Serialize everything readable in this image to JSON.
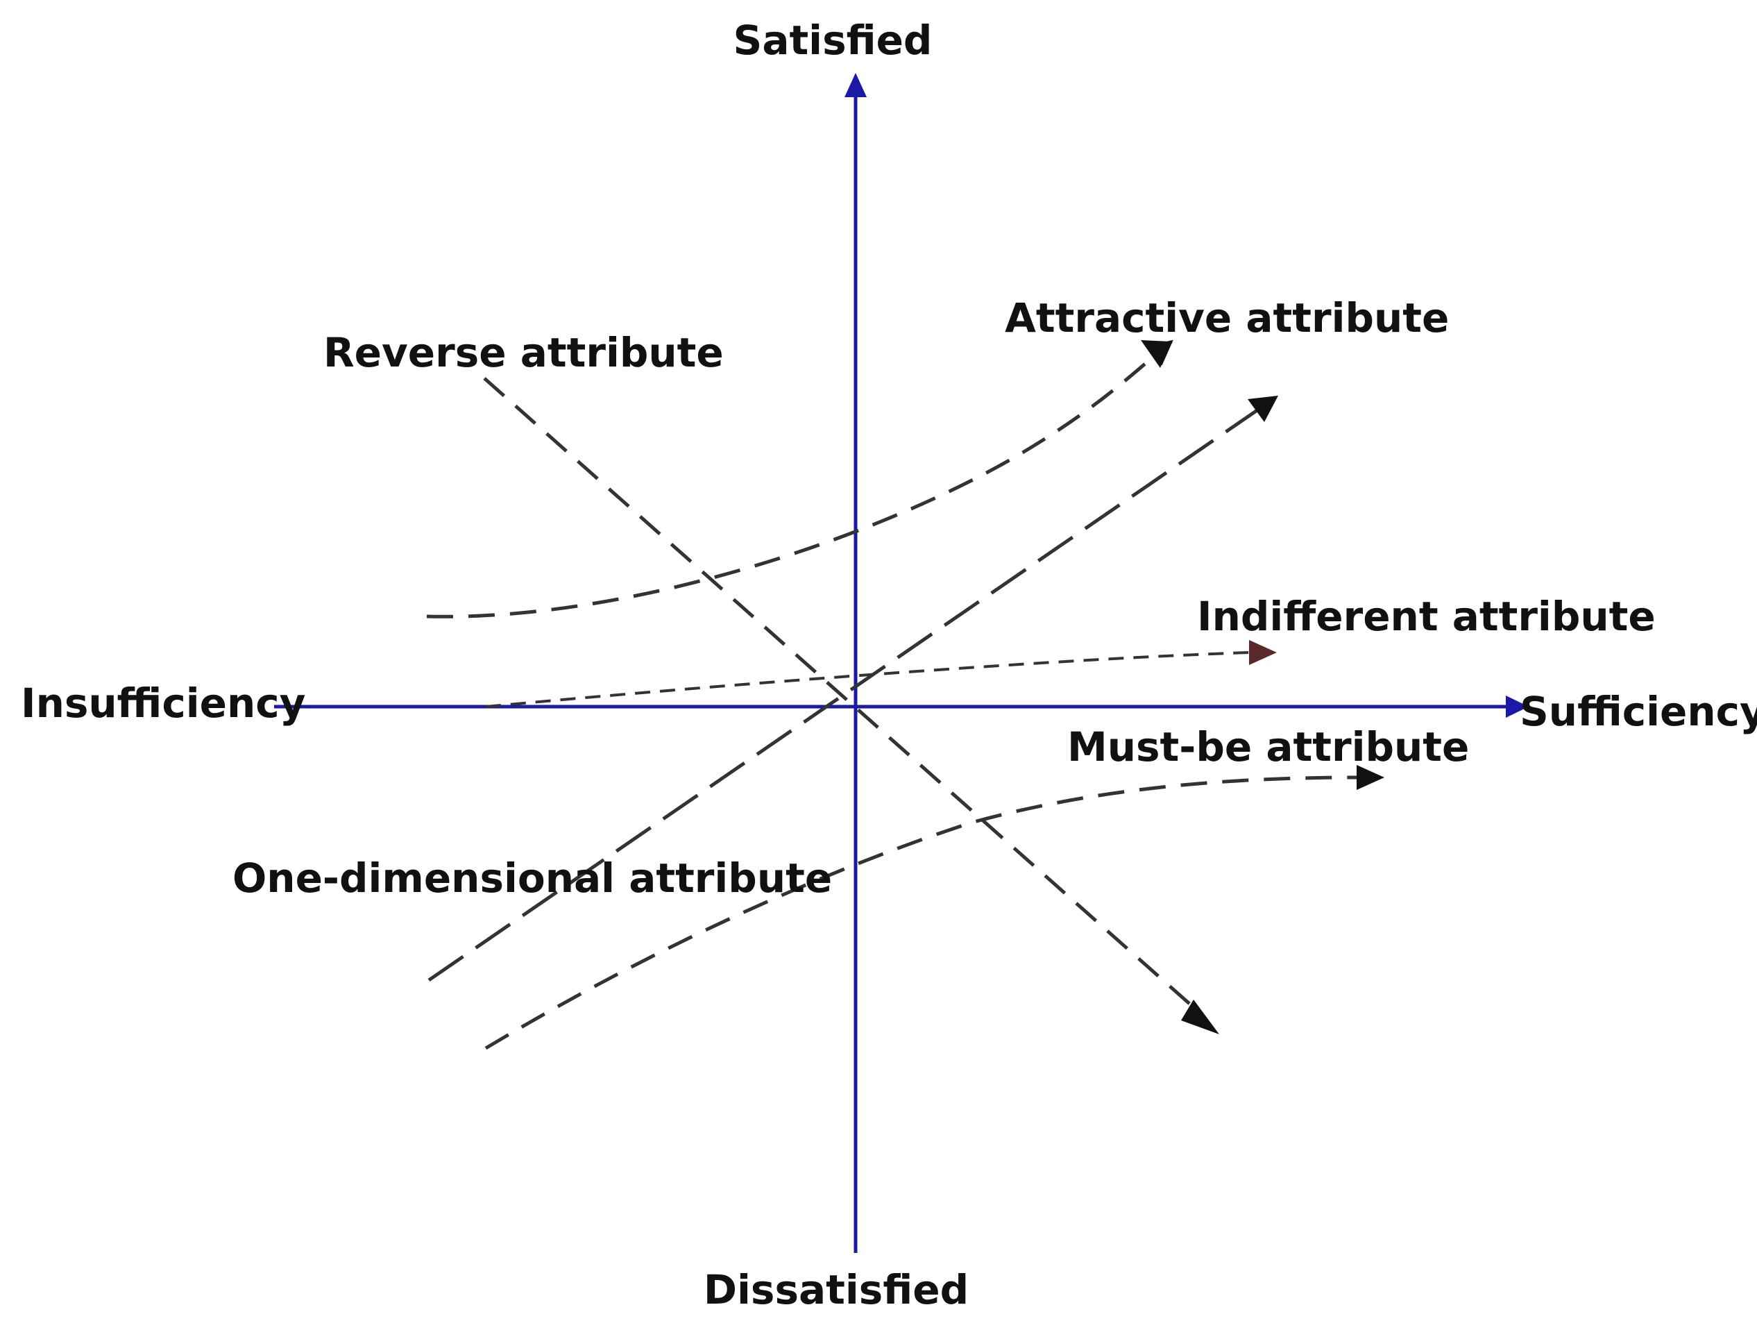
{
  "axes": {
    "top": "Satisfied",
    "bottom": "Dissatisfied",
    "left": "Insufficiency",
    "right": "Sufficiency",
    "axis_color": "#1a1aa6"
  },
  "curves": {
    "attractive": {
      "label": "Attractive attribute"
    },
    "one_dimensional": {
      "label": "One-dimensional attribute"
    },
    "indifferent": {
      "label": "Indifferent attribute"
    },
    "must_be": {
      "label": "Must-be attribute"
    },
    "reverse": {
      "label": "Reverse attribute"
    },
    "curve_color": "#333333"
  }
}
